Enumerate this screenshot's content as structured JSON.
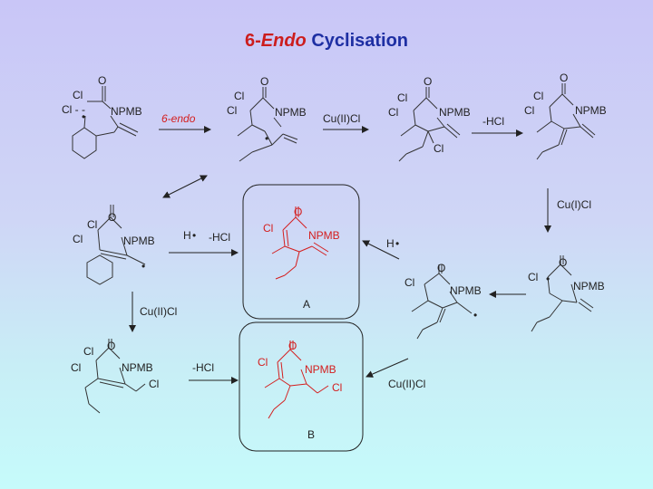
{
  "title": {
    "number": "6-",
    "italic": "Endo",
    "rest": " Cyclisation"
  },
  "atoms": {
    "o": "O",
    "cl": "Cl",
    "npmb": "NPMB",
    "h_radical": "H",
    "radical_dot": "•",
    "cl_dash": "Cl - -"
  },
  "reagents": {
    "endo_6": "6-endo",
    "cu2cl": "Cu(II)Cl",
    "minus_hcl": "-HCl",
    "cu1cl": "Cu(I)Cl"
  },
  "products": {
    "a": "A",
    "b": "B"
  },
  "colors": {
    "title_blue": "#1e2fa3",
    "title_red": "#cc1d1d",
    "product_red": "#d41e1e",
    "bond_gray": "#333333"
  }
}
